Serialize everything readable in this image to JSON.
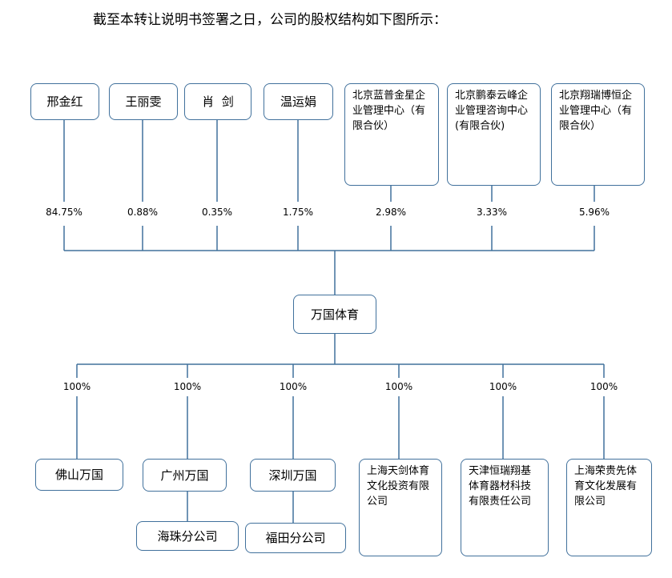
{
  "heading": "截至本转让说明书签署之日，公司的股权结构如下图所示：",
  "shareholders": [
    {
      "name": "邢金红",
      "pct": "84.75%"
    },
    {
      "name": "王丽雯",
      "pct": "0.88%"
    },
    {
      "name": "肖  剑",
      "pct": "0.35%"
    },
    {
      "name": "温运娟",
      "pct": "1.75%"
    },
    {
      "name": "北京蓝普金星企业管理中心（有限合伙）",
      "pct": "2.98%"
    },
    {
      "name": "北京鹏泰云峰企业管理咨询中心(有限合伙)",
      "pct": "3.33%"
    },
    {
      "name": "北京翔瑞博恒企业管理中心（有限合伙）",
      "pct": "5.96%"
    }
  ],
  "company": "万国体育",
  "subsidiaries": [
    {
      "name": "佛山万国",
      "pct": "100%"
    },
    {
      "name": "广州万国",
      "pct": "100%",
      "branch": "海珠分公司"
    },
    {
      "name": "深圳万国",
      "pct": "100%",
      "branch": "福田分公司"
    },
    {
      "name": "上海天剑体育文化投资有限公司",
      "pct": "100%"
    },
    {
      "name": "天津恒瑞翔基体育器材科技有限责任公司",
      "pct": "100%"
    },
    {
      "name": "上海荣贵先体育文化发展有限公司",
      "pct": "100%"
    }
  ]
}
